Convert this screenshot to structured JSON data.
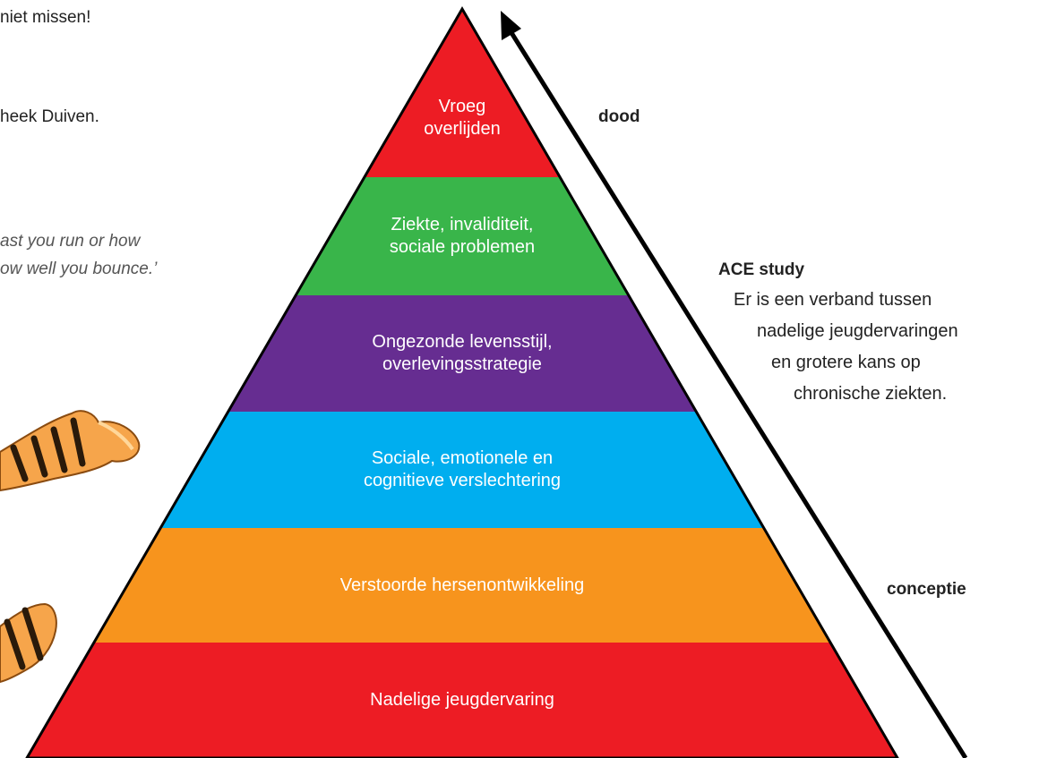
{
  "background_text": {
    "line1": "niet missen!",
    "line2": "heek Duiven.",
    "quote_line1": "ast you run or how",
    "quote_line2": "ow well you bounce.’"
  },
  "pyramid": {
    "levels": [
      {
        "label": "Vroeg\noverlijden",
        "color": "#ED1C24"
      },
      {
        "label": "Ziekte, invaliditeit,\nsociale problemen",
        "color": "#39B54A"
      },
      {
        "label": "Ongezonde levensstijl,\noverlevingsstrategie",
        "color": "#662D91"
      },
      {
        "label": "Sociale, emotionele en\ncognitieve verslechtering",
        "color": "#00AEEF"
      },
      {
        "label": "Verstoorde hersenontwikkeling",
        "color": "#F7941D"
      },
      {
        "label": "Nadelige jeugdervaring",
        "color": "#ED1C24"
      }
    ]
  },
  "arrow": {
    "top_label": "dood",
    "bottom_label": "conceptie",
    "color": "#000000"
  },
  "ace": {
    "title": "ACE study",
    "lines": [
      "Er is een verband tussen",
      "nadelige jeugdervaringen",
      "en grotere kans op",
      "chronische ziekten."
    ]
  },
  "decorations": {
    "icon": "tigger-tail-icon"
  }
}
